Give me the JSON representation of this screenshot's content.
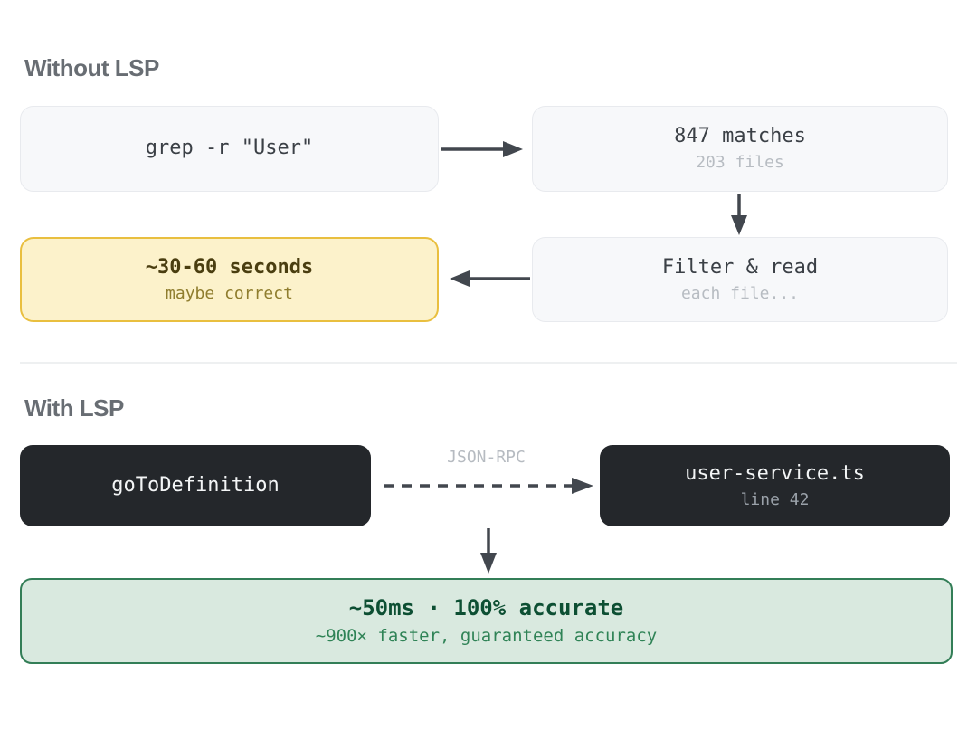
{
  "colors": {
    "heading_text": "#686d73",
    "neutral_box_bg": "#f7f8fa",
    "neutral_box_border": "#e8eaee",
    "neutral_label_text": "#3b4046",
    "neutral_sub_text": "#b7bcc2",
    "accent_yellow_bg": "#fcf2cb",
    "accent_yellow_border": "#e9bf3f",
    "yellow_label_text": "#4a3e10",
    "yellow_sub_text": "#8f7d2e",
    "dark_box_bg": "#24272b",
    "dark_label_text": "#f3f5f6",
    "dark_sub_text": "#9aa1a9",
    "accent_green_bg": "#d9e9df",
    "accent_green_border": "#337e57",
    "green_label_text": "#0d4f33",
    "green_sub_text": "#2f8356",
    "rpc_label_text": "#b6bbc1",
    "arrow": "#42474e",
    "divider": "#eef0f1"
  },
  "without_lsp": {
    "title": "Without LSP",
    "grep_box": {
      "label": "grep -r \"User\""
    },
    "matches_box": {
      "label": "847 matches",
      "sublabel": "203 files"
    },
    "filter_box": {
      "label": "Filter & read",
      "sublabel": "each file..."
    },
    "outcome_box": {
      "label": "~30-60 seconds",
      "sublabel": "maybe correct"
    }
  },
  "with_lsp": {
    "title": "With LSP",
    "request_box": {
      "label": "goToDefinition"
    },
    "rpc_arrow_label": "JSON-RPC",
    "response_box": {
      "label": "user-service.ts",
      "sublabel": "line 42"
    },
    "outcome_box": {
      "label": "~50ms · 100% accurate",
      "sublabel": "~900× faster, guaranteed accuracy"
    }
  }
}
